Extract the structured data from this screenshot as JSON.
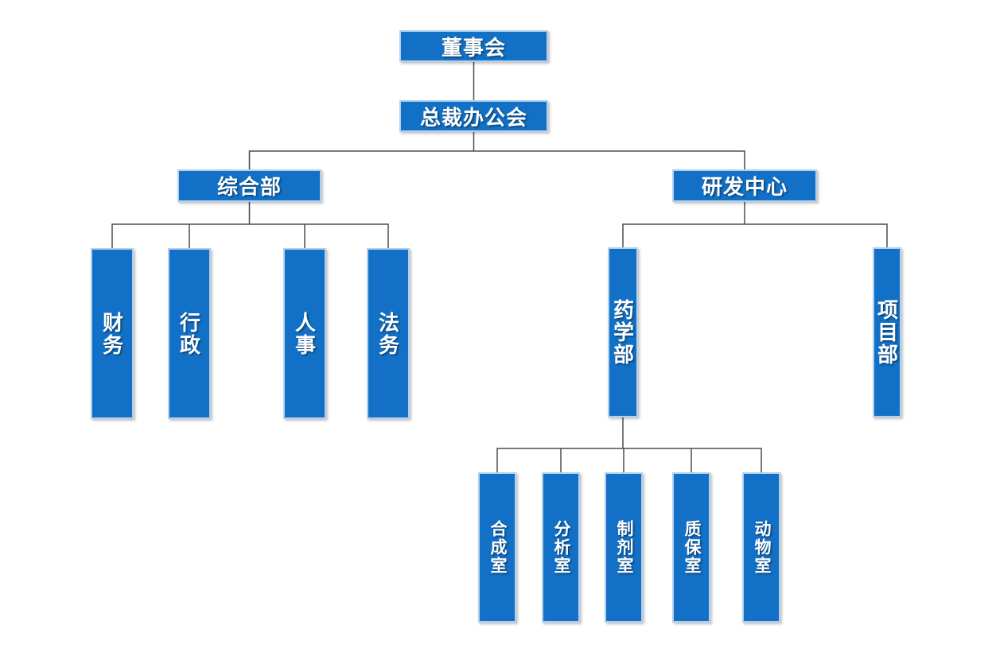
{
  "diagram_type": "org-chart",
  "colors": {
    "node_fill": "#1271c6",
    "node_border": "#b3d1ec",
    "node_text": "#ffffff",
    "connector": "#4d4d4d",
    "background": "#ffffff"
  },
  "nodes": {
    "board": {
      "label": "董事会"
    },
    "president": {
      "label": "总裁办公会"
    },
    "general": {
      "label": "综合部"
    },
    "rd": {
      "label": "研发中心"
    },
    "finance": {
      "label": "财务"
    },
    "admin": {
      "label": "行政"
    },
    "hr": {
      "label": "人事"
    },
    "legal": {
      "label": "法务"
    },
    "pharmacy": {
      "label": "药学部"
    },
    "project": {
      "label": "项目部"
    },
    "synthesis": {
      "label": "合成室"
    },
    "analysis": {
      "label": "分析室"
    },
    "formulation": {
      "label": "制剂室"
    },
    "qa": {
      "label": "质保室"
    },
    "animal": {
      "label": "动物室"
    }
  },
  "hierarchy": {
    "label": "董事会",
    "children": [
      {
        "label": "总裁办公会",
        "children": [
          {
            "label": "综合部",
            "children": [
              {
                "label": "财务"
              },
              {
                "label": "行政"
              },
              {
                "label": "人事"
              },
              {
                "label": "法务"
              }
            ]
          },
          {
            "label": "研发中心",
            "children": [
              {
                "label": "药学部",
                "children": [
                  {
                    "label": "合成室"
                  },
                  {
                    "label": "分析室"
                  },
                  {
                    "label": "制剂室"
                  },
                  {
                    "label": "质保室"
                  },
                  {
                    "label": "动物室"
                  }
                ]
              },
              {
                "label": "项目部"
              }
            ]
          }
        ]
      }
    ]
  }
}
